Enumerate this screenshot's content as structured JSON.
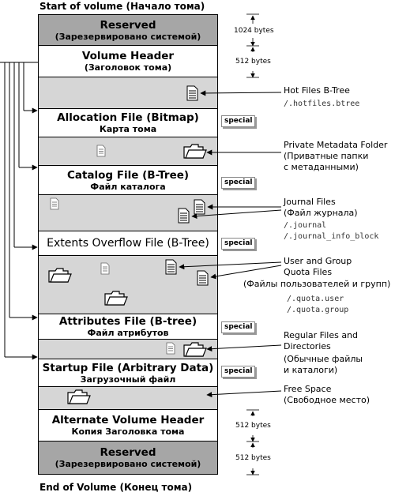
{
  "start_caption": "Start of volume (Начало тома)",
  "end_caption": "End of Volume (Конец тома)",
  "blocks": {
    "reserved_top": {
      "title": "Reserved",
      "subtitle": "(Зарезервировано системой)"
    },
    "volume_header": {
      "title": "Volume Header",
      "subtitle": "(Заголовок тома)"
    },
    "allocation": {
      "title": "Allocation File (Bitmap)",
      "subtitle": "Карта тома"
    },
    "catalog": {
      "title": "Catalog File (B-Tree)",
      "subtitle": "Файл каталога"
    },
    "extents": {
      "title": "Extents Overflow File (B-Tree)"
    },
    "attributes": {
      "title": "Attributes File (B-tree)",
      "subtitle": "Файл атрибутов"
    },
    "startup": {
      "title": "Startup File (Arbitrary Data)",
      "subtitle": "Загрузочный файл"
    },
    "alt_header": {
      "title": "Alternate Volume Header",
      "subtitle": "Копия Заголовка тома"
    },
    "reserved_bottom": {
      "title": "Reserved",
      "subtitle": "(Зарезервировано системой)"
    }
  },
  "special_label": "special",
  "sizes": {
    "reserved_top": "1024 bytes",
    "volume_header": "512 bytes",
    "alt_header": "512 bytes",
    "reserved_bottom": "512 bytes"
  },
  "labels": {
    "hot_files": {
      "line1": "Hot Files B-Tree",
      "path": "/.hotfiles.btree"
    },
    "private_meta": {
      "line1": "Private Metadata Folder",
      "line2": "(Приватные папки",
      "line3": "с метаданными)"
    },
    "journal": {
      "line1": "Journal Files",
      "line2": "(Файл журнала)",
      "path1": "/.journal",
      "path2": "/.journal_info_block"
    },
    "quota": {
      "line1": "User and Group",
      "line2": "Quota Files",
      "line3": "(Файлы пользователей и групп)",
      "path1": "/.quota.user",
      "path2": "/.quota.group"
    },
    "regular": {
      "line1": "Regular Files and",
      "line2": "Directories",
      "line3": "(Обычные файлы",
      "line4": "и каталоги)"
    },
    "free": {
      "line1": "Free Space",
      "line2": "(Свободное место)"
    }
  },
  "icons": [
    "document-icon",
    "folder-icon",
    "arrow-icon"
  ]
}
